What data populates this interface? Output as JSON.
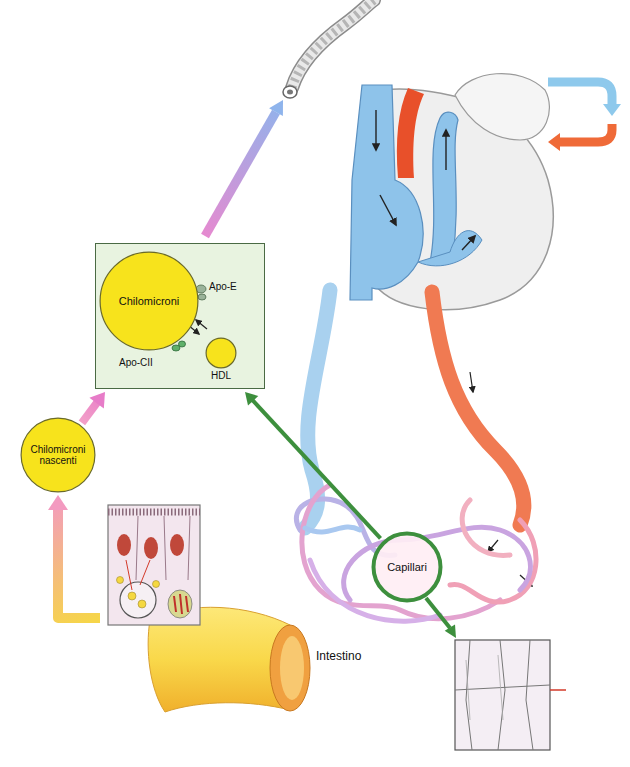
{
  "diagram": {
    "nodes": [
      {
        "text": [
          "Apo-E",
          "Apo-CII"
        ]
      },
      {
        "text": [
          "Chilomicroni"
        ],
        "in": 0
      },
      {
        "text": [
          "HDL"
        ],
        "in": 0
      },
      {
        "text": [
          "Chilomicroni nascenti"
        ]
      },
      {
        "text": [
          "Capillari"
        ]
      },
      {
        "text": [
          "Intestino"
        ]
      }
    ],
    "edges": [
      {
        "from": 5,
        "to": 3,
        "arrow": "to"
      },
      {
        "from": 3,
        "to": 0,
        "arrow": "to"
      },
      {
        "from": 4,
        "to": 0,
        "arrow": "to"
      }
    ]
  }
}
